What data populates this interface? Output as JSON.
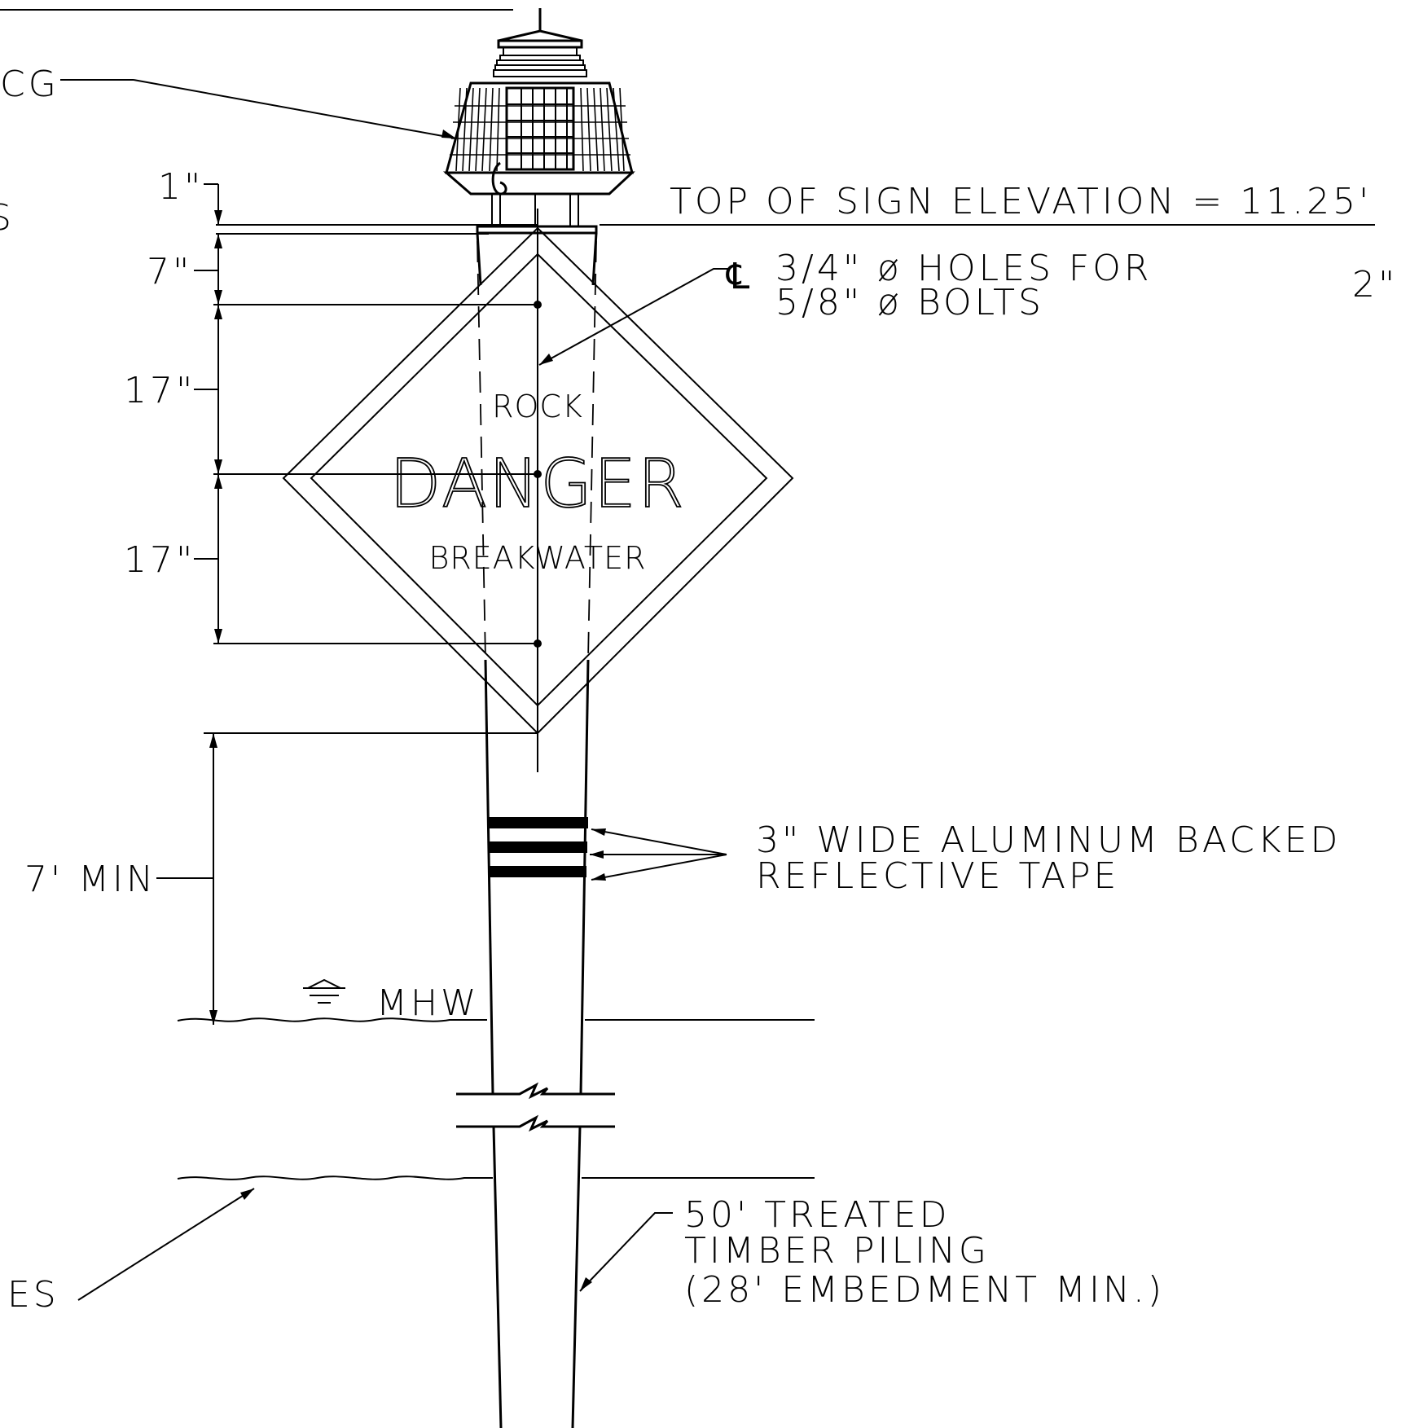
{
  "labels": {
    "top_partial": "CG",
    "left_partial_s": "S",
    "left_partial_ies": "IES",
    "top_of_sign": "TOP  OF  SIGN  ELEVATION  =  11.25'",
    "holes_line1": "3/4\"  ø  HOLES  FOR",
    "holes_line2": "5/8\"  ø  BOLTS",
    "centerline_symbol": "℄",
    "right_dim": "2\"",
    "tape_line1": "3\"  WIDE  ALUMINUM  BACKED",
    "tape_line2": "REFLECTIVE  TAPE",
    "mhw": "MHW",
    "piling_line1": "50'  TREATED",
    "piling_line2": "TIMBER  PILING",
    "piling_line3": "(28'  EMBEDMENT  MIN.)"
  },
  "dimensions": {
    "d1": "1\"",
    "d2": "7\"",
    "d3": "17\"",
    "d4": "17\"",
    "clearance": "7'  MIN"
  },
  "sign": {
    "top": "ROCK",
    "main": "DANGER",
    "bottom": "BREAKWATER"
  }
}
